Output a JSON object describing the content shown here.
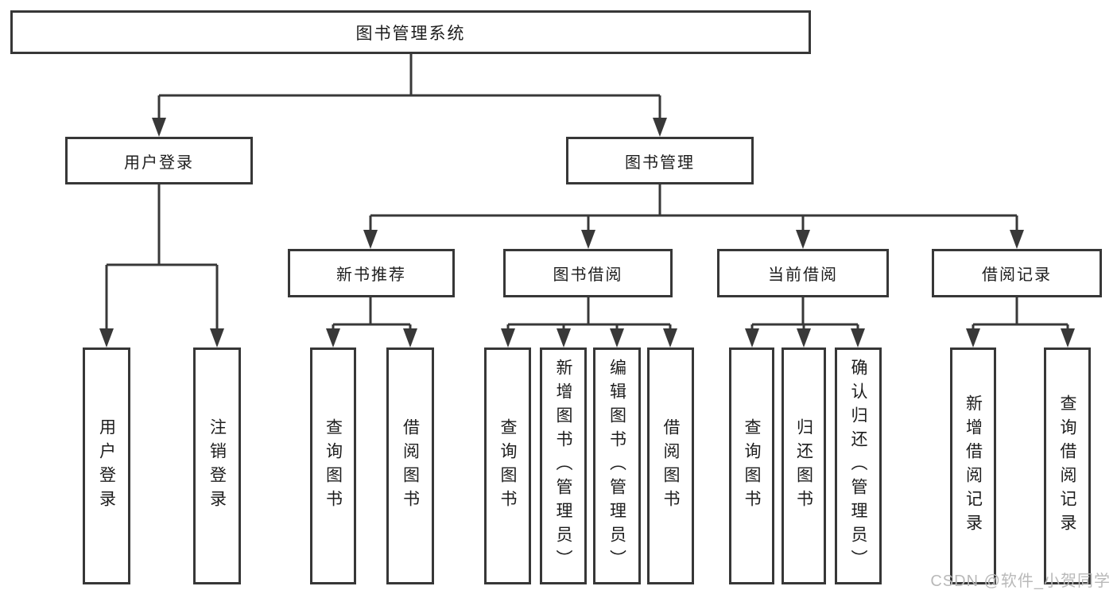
{
  "colors": {
    "line": "#383838",
    "box_border": "#373737",
    "text": "#1d1d1d",
    "watermark": "#b9b9b9",
    "background": "#ffffff"
  },
  "tree": {
    "root": {
      "label": "图书管理系统"
    },
    "children": [
      {
        "label": "用户登录",
        "children": [
          {
            "label": "用户登录"
          },
          {
            "label": "注销登录"
          }
        ]
      },
      {
        "label": "图书管理",
        "children": [
          {
            "label": "新书推荐",
            "children": [
              {
                "label": "查询图书"
              },
              {
                "label": "借阅图书"
              }
            ]
          },
          {
            "label": "图书借阅",
            "children": [
              {
                "label": "查询图书"
              },
              {
                "label": "新增图书（管理员）"
              },
              {
                "label": "编辑图书（管理员）"
              },
              {
                "label": "借阅图书"
              }
            ]
          },
          {
            "label": "当前借阅",
            "children": [
              {
                "label": "查询图书"
              },
              {
                "label": "归还图书"
              },
              {
                "label": "确认归还（管理员）"
              }
            ]
          },
          {
            "label": "借阅记录",
            "children": [
              {
                "label": "新增借阅记录"
              },
              {
                "label": "查询借阅记录"
              }
            ]
          }
        ]
      }
    ]
  },
  "watermark": {
    "text": "CSDN @软件_小贺同学"
  }
}
